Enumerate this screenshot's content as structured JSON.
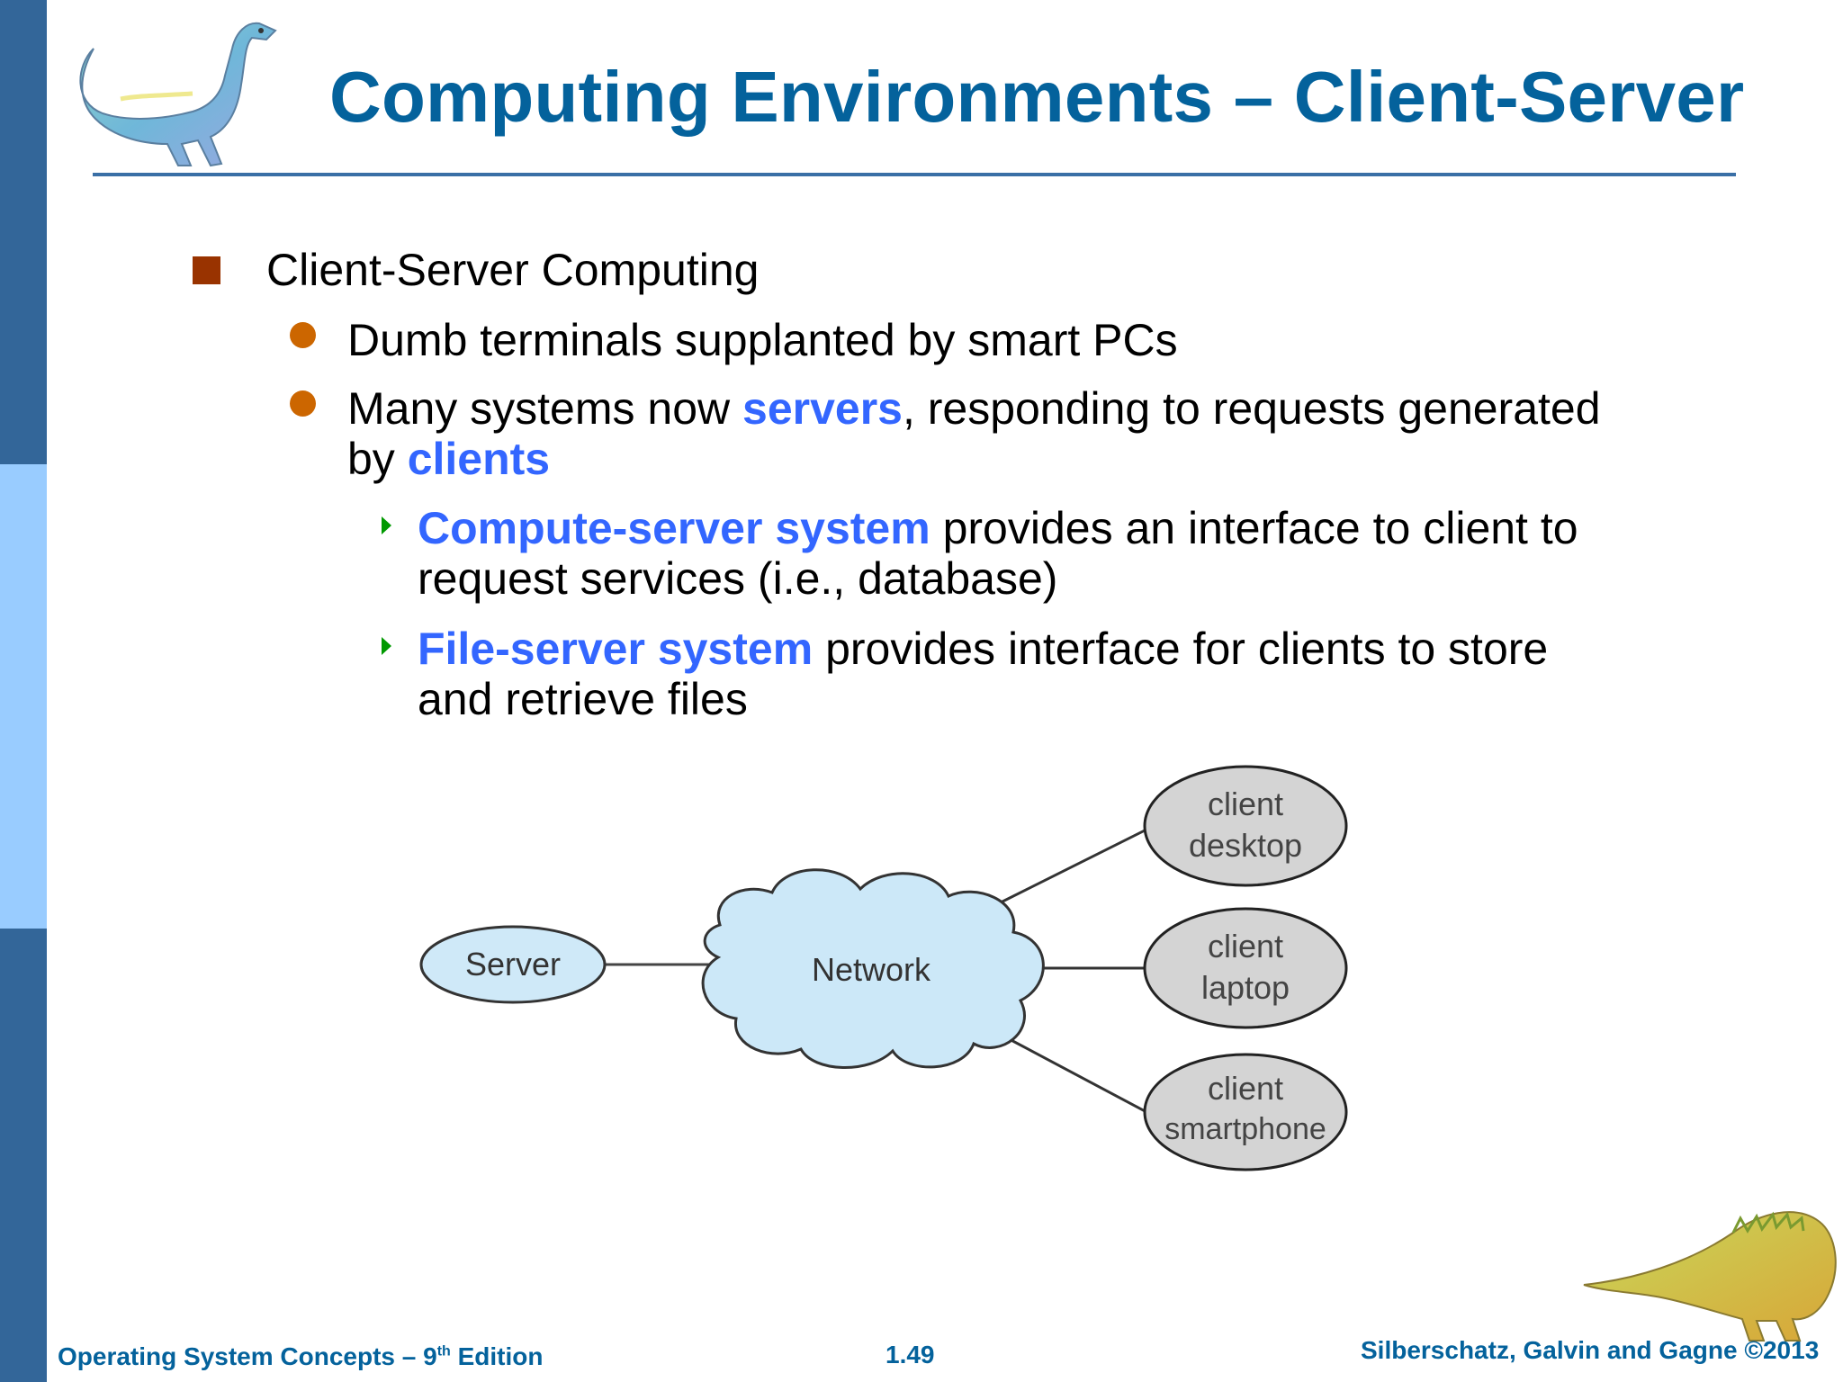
{
  "title": "Computing Environments – Client-Server",
  "bullets": {
    "l1": "Client-Server Computing",
    "l2a": "Dumb terminals supplanted by smart PCs",
    "l2b_prefix": "Many systems now ",
    "l2b_hl1": "servers",
    "l2b_mid": ", responding to requests generated",
    "l2b_line2": "by ",
    "l2b_hl2": "clients",
    "l3a_hl": "Compute-server system",
    "l3a_rest": " provides an interface to client to",
    "l3a_line2": "request services (i.e., database)",
    "l3b_hl": "File-server system",
    "l3b_rest": " provides interface for clients to store",
    "l3b_line2": "and retrieve files"
  },
  "diagram": {
    "server": "Server",
    "network": "Network",
    "clients": [
      {
        "line1": "client",
        "line2": "desktop"
      },
      {
        "line1": "client",
        "line2": "laptop"
      },
      {
        "line1": "client",
        "line2": "smartphone"
      }
    ]
  },
  "footer": {
    "left_main": "Operating System Concepts – 9",
    "left_sup": "th",
    "left_end": " Edition",
    "page": "1.49",
    "right": "Silberschatz, Galvin and Gagne ©2013"
  },
  "colors": {
    "title": "#04629c",
    "highlight": "#3366ff",
    "sidebar_dark": "#336699",
    "sidebar_light": "#99ccff",
    "bullet_square": "#993300",
    "bullet_dot": "#cc6600",
    "bullet_arrow": "#009900",
    "cloud_fill": "#cce8f8",
    "client_fill": "#d4d4d4"
  },
  "icons": {
    "top_left": "dinosaur-icon",
    "bottom_right": "dinosaur-icon"
  }
}
